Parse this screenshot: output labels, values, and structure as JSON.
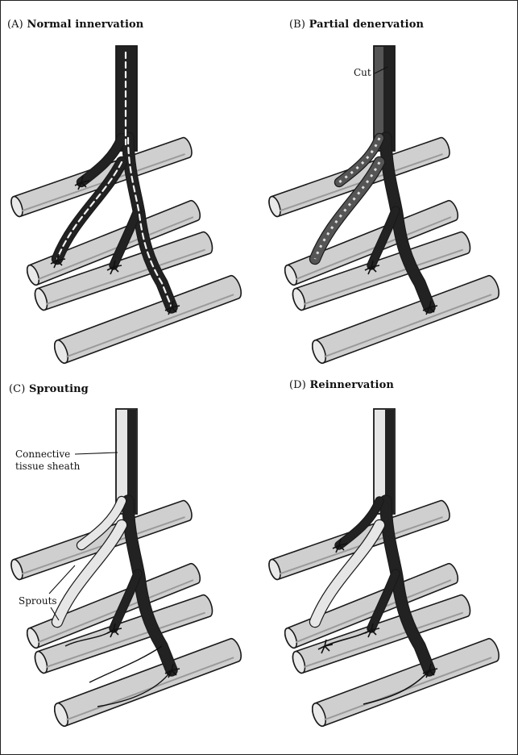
{
  "panels": [
    {
      "letter": "(A)",
      "title": "Normal innervation"
    },
    {
      "letter": "(B)",
      "title": "Partial denervation"
    },
    {
      "letter": "(C)",
      "title": "Sprouting"
    },
    {
      "letter": "(D)",
      "title": "Reinnervation"
    }
  ],
  "labels": {
    "cut": "Cut",
    "sheath_line1": "Connective",
    "sheath_line2": "tissue sheath",
    "sprouts": "Sprouts"
  },
  "colors": {
    "fiber_fill": "#cfcfcf",
    "fiber_stroke": "#1a1a1a",
    "axon_intact": "#222222",
    "axon_degenerating": "#555555",
    "sheath_empty": "#e6e6e6"
  }
}
